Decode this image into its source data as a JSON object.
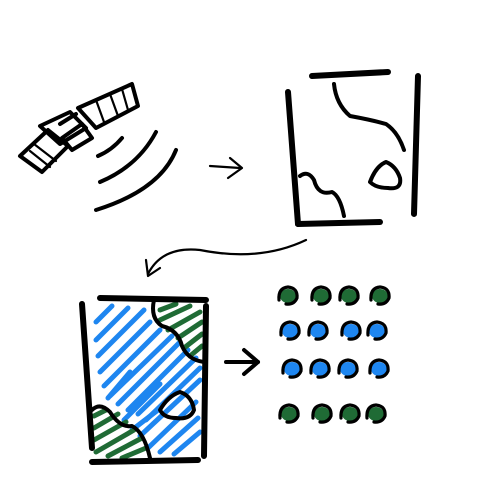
{
  "palette": {
    "ink": "#000000",
    "water_blue": "#1e86f0",
    "forest_green": "#1f6b35",
    "background": "#ffffff"
  },
  "icons": {
    "satellite": "satellite-icon",
    "signal_waves": "signal-waves-icon",
    "arrow_right": "arrow-right-icon",
    "outline_map": "outline-map-icon",
    "curved_arrow": "curved-arrow-icon",
    "classified_map": "classified-map-icon",
    "arrow_right_bold": "arrow-right-bold-icon",
    "pixel_grid": "pixel-grid-icon"
  },
  "pixel_grid": {
    "rows": [
      [
        "green",
        "green",
        "green",
        "green"
      ],
      [
        "blue",
        "blue",
        "blue",
        "blue"
      ],
      [
        "blue",
        "blue",
        "blue",
        "blue"
      ],
      [
        "green",
        "green",
        "green",
        "green"
      ]
    ]
  }
}
